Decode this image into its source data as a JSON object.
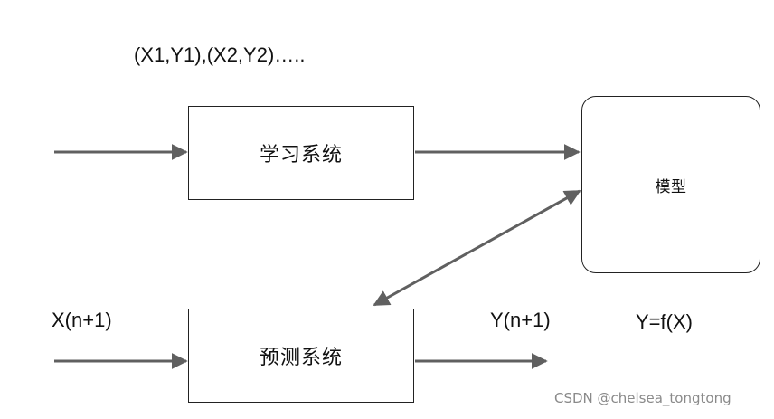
{
  "diagram": {
    "training_pairs_label": "(X1,Y1),(X2,Y2)…..",
    "learning_system_label": "学习系统",
    "model_label": "模型",
    "prediction_system_label": "预测系统",
    "input_label": "X(n+1)",
    "output_label": "Y(n+1)",
    "formula_label": "Y=f(X)",
    "arrow_color": "#606060",
    "box_border_color": "#222222"
  },
  "watermark": {
    "text": "CSDN @chelsea_tongtong"
  }
}
